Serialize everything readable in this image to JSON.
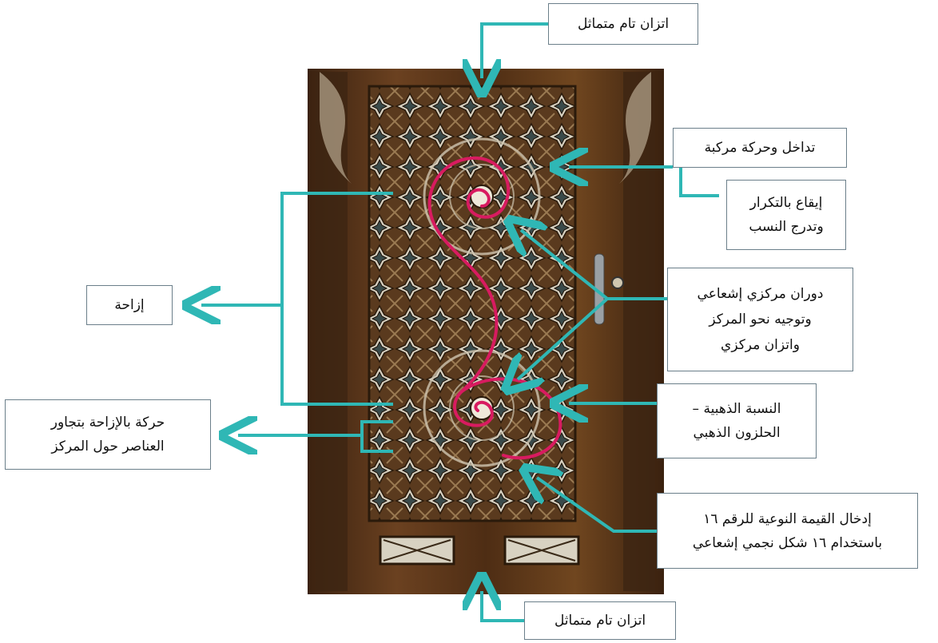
{
  "labels": {
    "top_balance": "اتزان تام متماثل",
    "bottom_balance": "اتزان تام متماثل",
    "complex_overlap": "تداخل وحركة مركبة",
    "rhythm": "إيقاع بالتكرار\nوتدرج النسب",
    "radial": "دوران مركزي إشعاعي\nوتوجيه نحو المركز\nواتزان مركزي",
    "golden": "النسبة الذهبية –\nالحلزون الذهبي",
    "sixteen": "إدخال القيمة النوعية للرقم ١٦\nباستخدام ١٦ شكل نجمي إشعاعي",
    "shift": "إزاحة",
    "shift_move": "حركة بالإزاحة بتجاور\nالعناصر حول المركز"
  },
  "colors": {
    "arrow": "#2fb7b5",
    "spiral": "#d81b60",
    "wood": "#4a2a14",
    "wood_light": "#8a5a34",
    "inlay": "#e8e4d8",
    "label_border": "#6b7f8a"
  }
}
